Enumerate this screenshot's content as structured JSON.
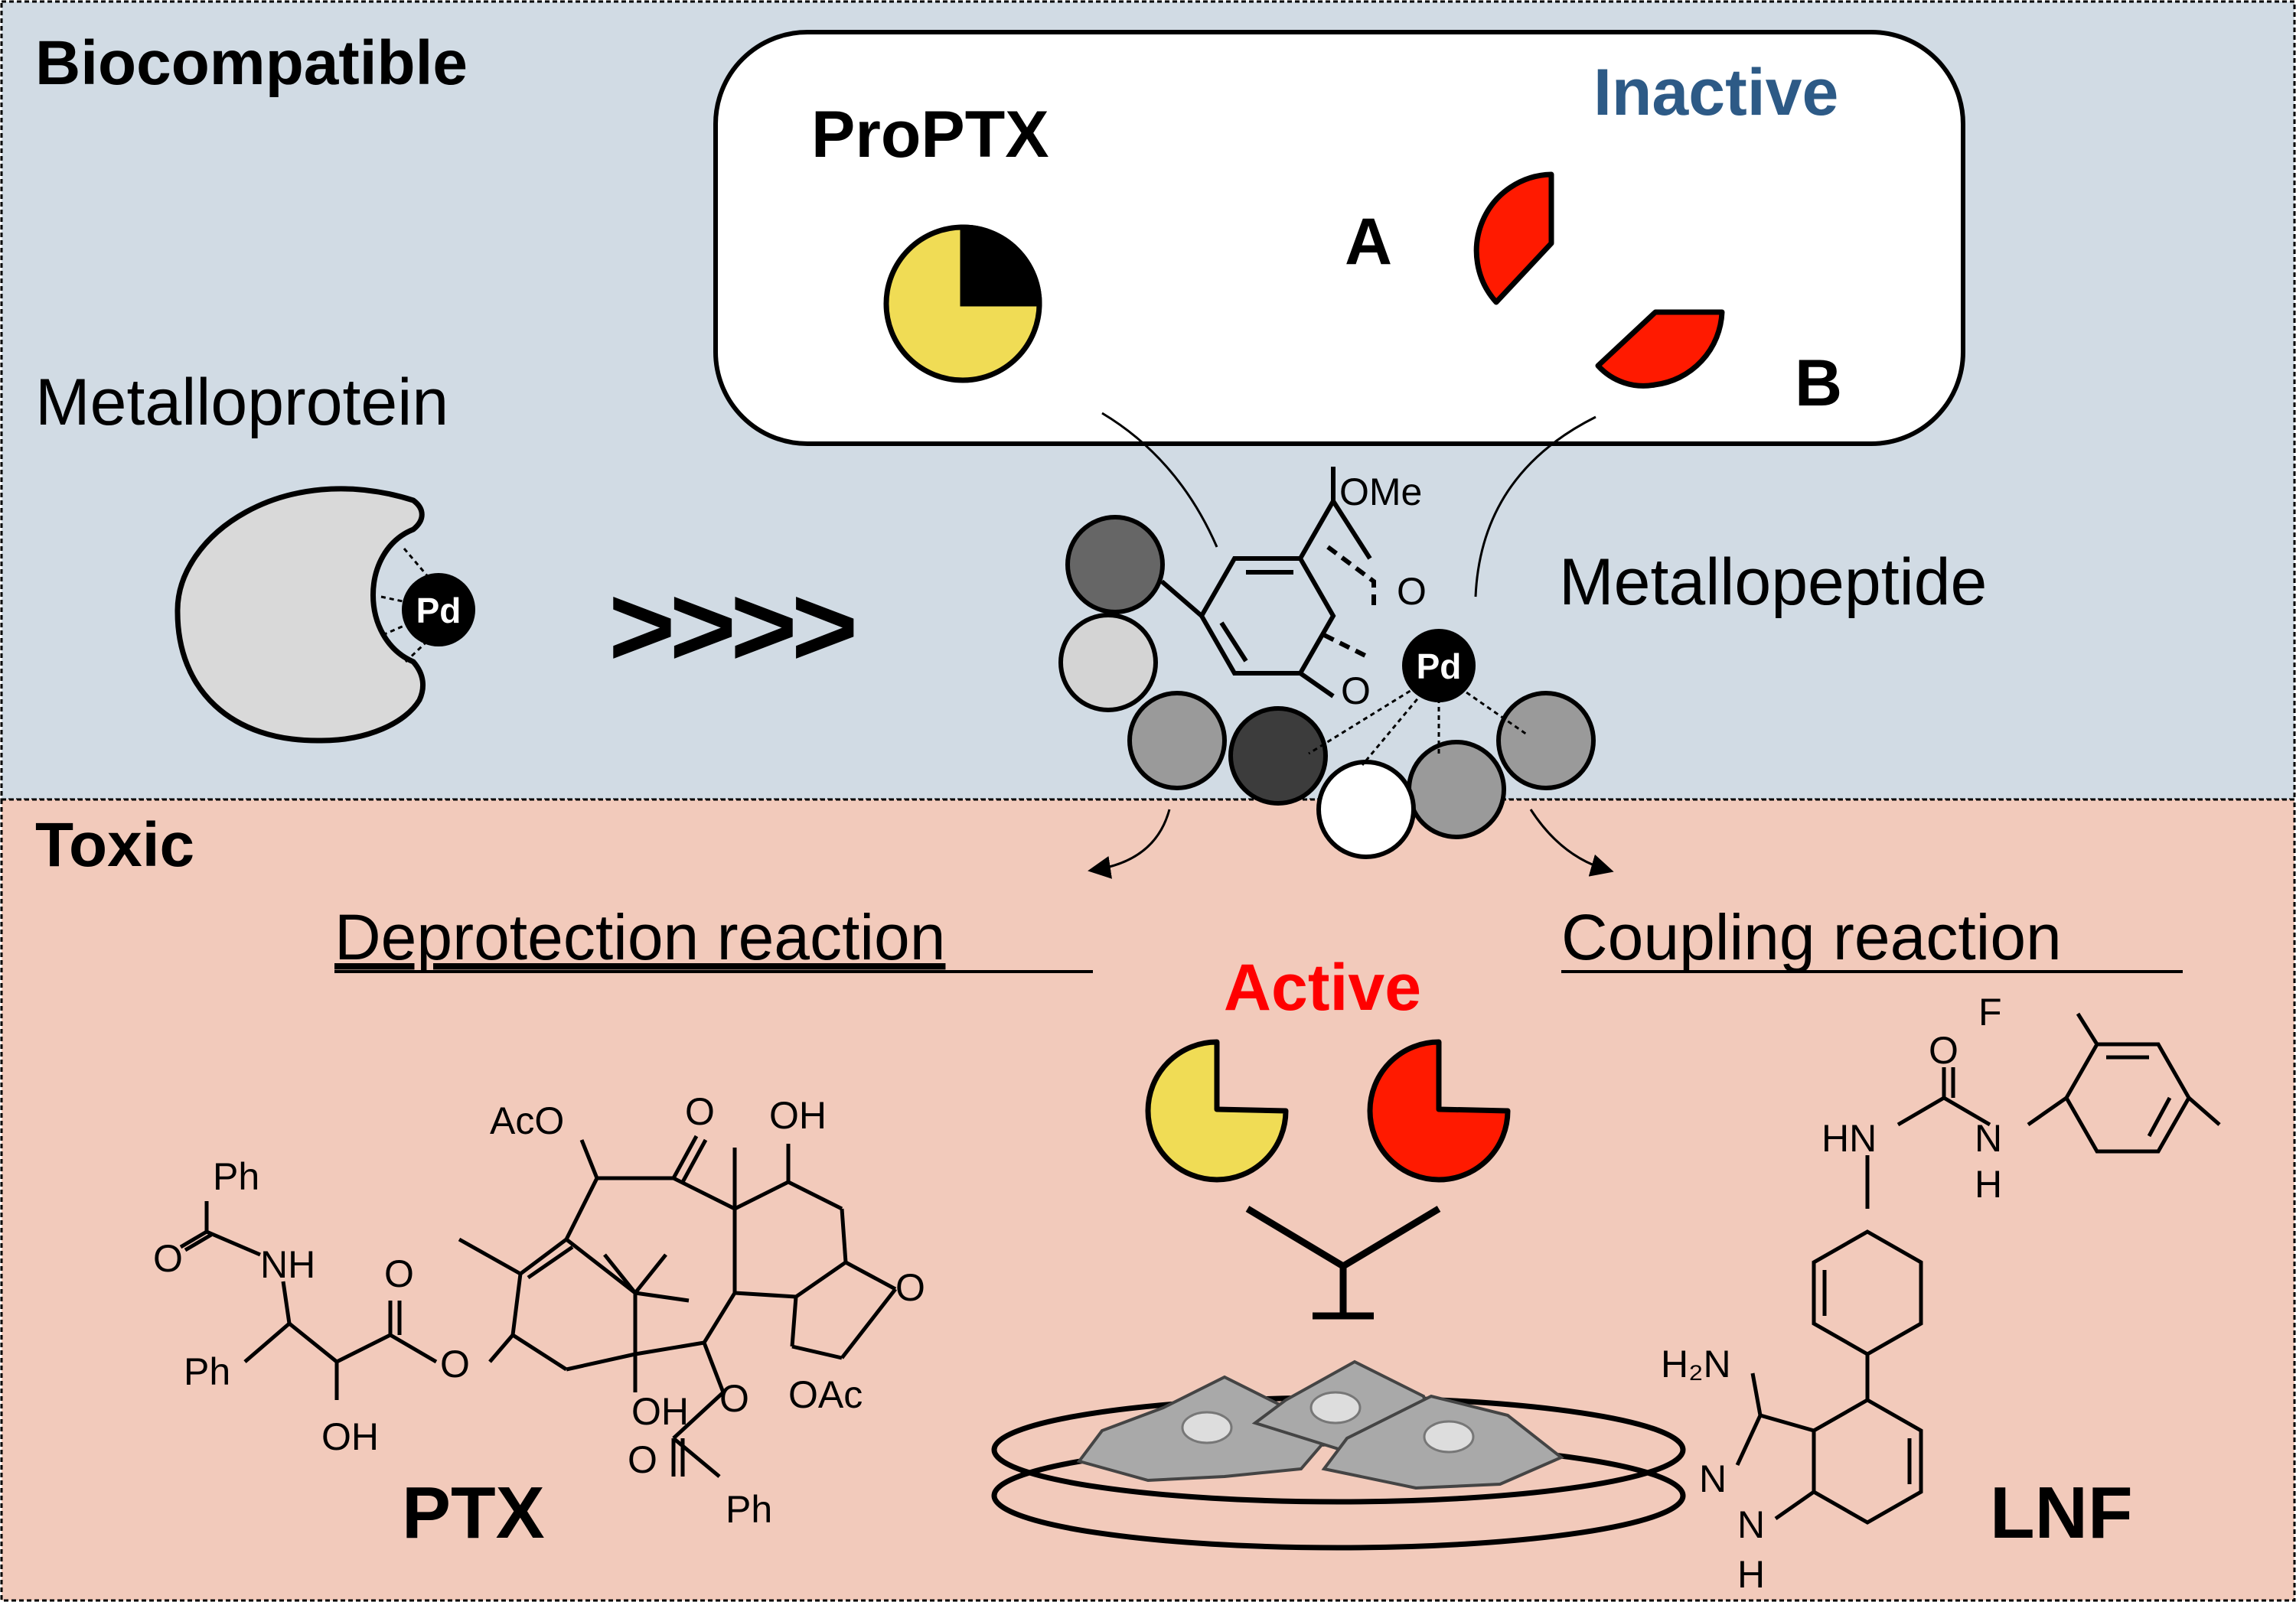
{
  "panels": {
    "top_label": "Biocompatible",
    "bottom_label": "Toxic"
  },
  "colors": {
    "top_bg": "#d1dbe4",
    "bottom_bg": "#f2cabb",
    "inactive": "#2d5a86",
    "active": "#ff0000",
    "yellow": "#f0dc55",
    "red": "#ff1a00"
  },
  "prodrug_box": {
    "proptx": "ProPTX",
    "inactive": "Inactive",
    "a": "A",
    "b": "B"
  },
  "metalloprotein": {
    "title": "Metalloprotein",
    "metal": "Pd"
  },
  "arrows_text": ">>>>",
  "metallopeptide": {
    "title": "Metallopeptide",
    "metal": "Pd",
    "ome": "OMe",
    "o_top": "O",
    "o_bottom": "O"
  },
  "reactions": {
    "deprotection": "Deprotection reaction",
    "coupling": "Coupling reaction",
    "active": "Active"
  },
  "ptx": {
    "name": "PTX",
    "atoms": {
      "ph1": "Ph",
      "o_amide": "O",
      "nh": "NH",
      "ph2": "Ph",
      "oh1": "OH",
      "o_ester_dbl": "O",
      "o_ester": "O",
      "aco": "AcO",
      "o_ketone": "O",
      "oh2": "OH",
      "o_oxetane": "O",
      "oh3": "OH",
      "o_bz": "O",
      "o_bz_dbl": "O",
      "oac": "OAc",
      "ph3": "Ph"
    }
  },
  "lnf": {
    "name": "LNF",
    "atoms": {
      "f": "F",
      "o": "O",
      "hn": "HN",
      "n": "N",
      "h": "H",
      "h2n": "H₂N",
      "n1": "N",
      "n2": "N",
      "h2": "H"
    }
  }
}
